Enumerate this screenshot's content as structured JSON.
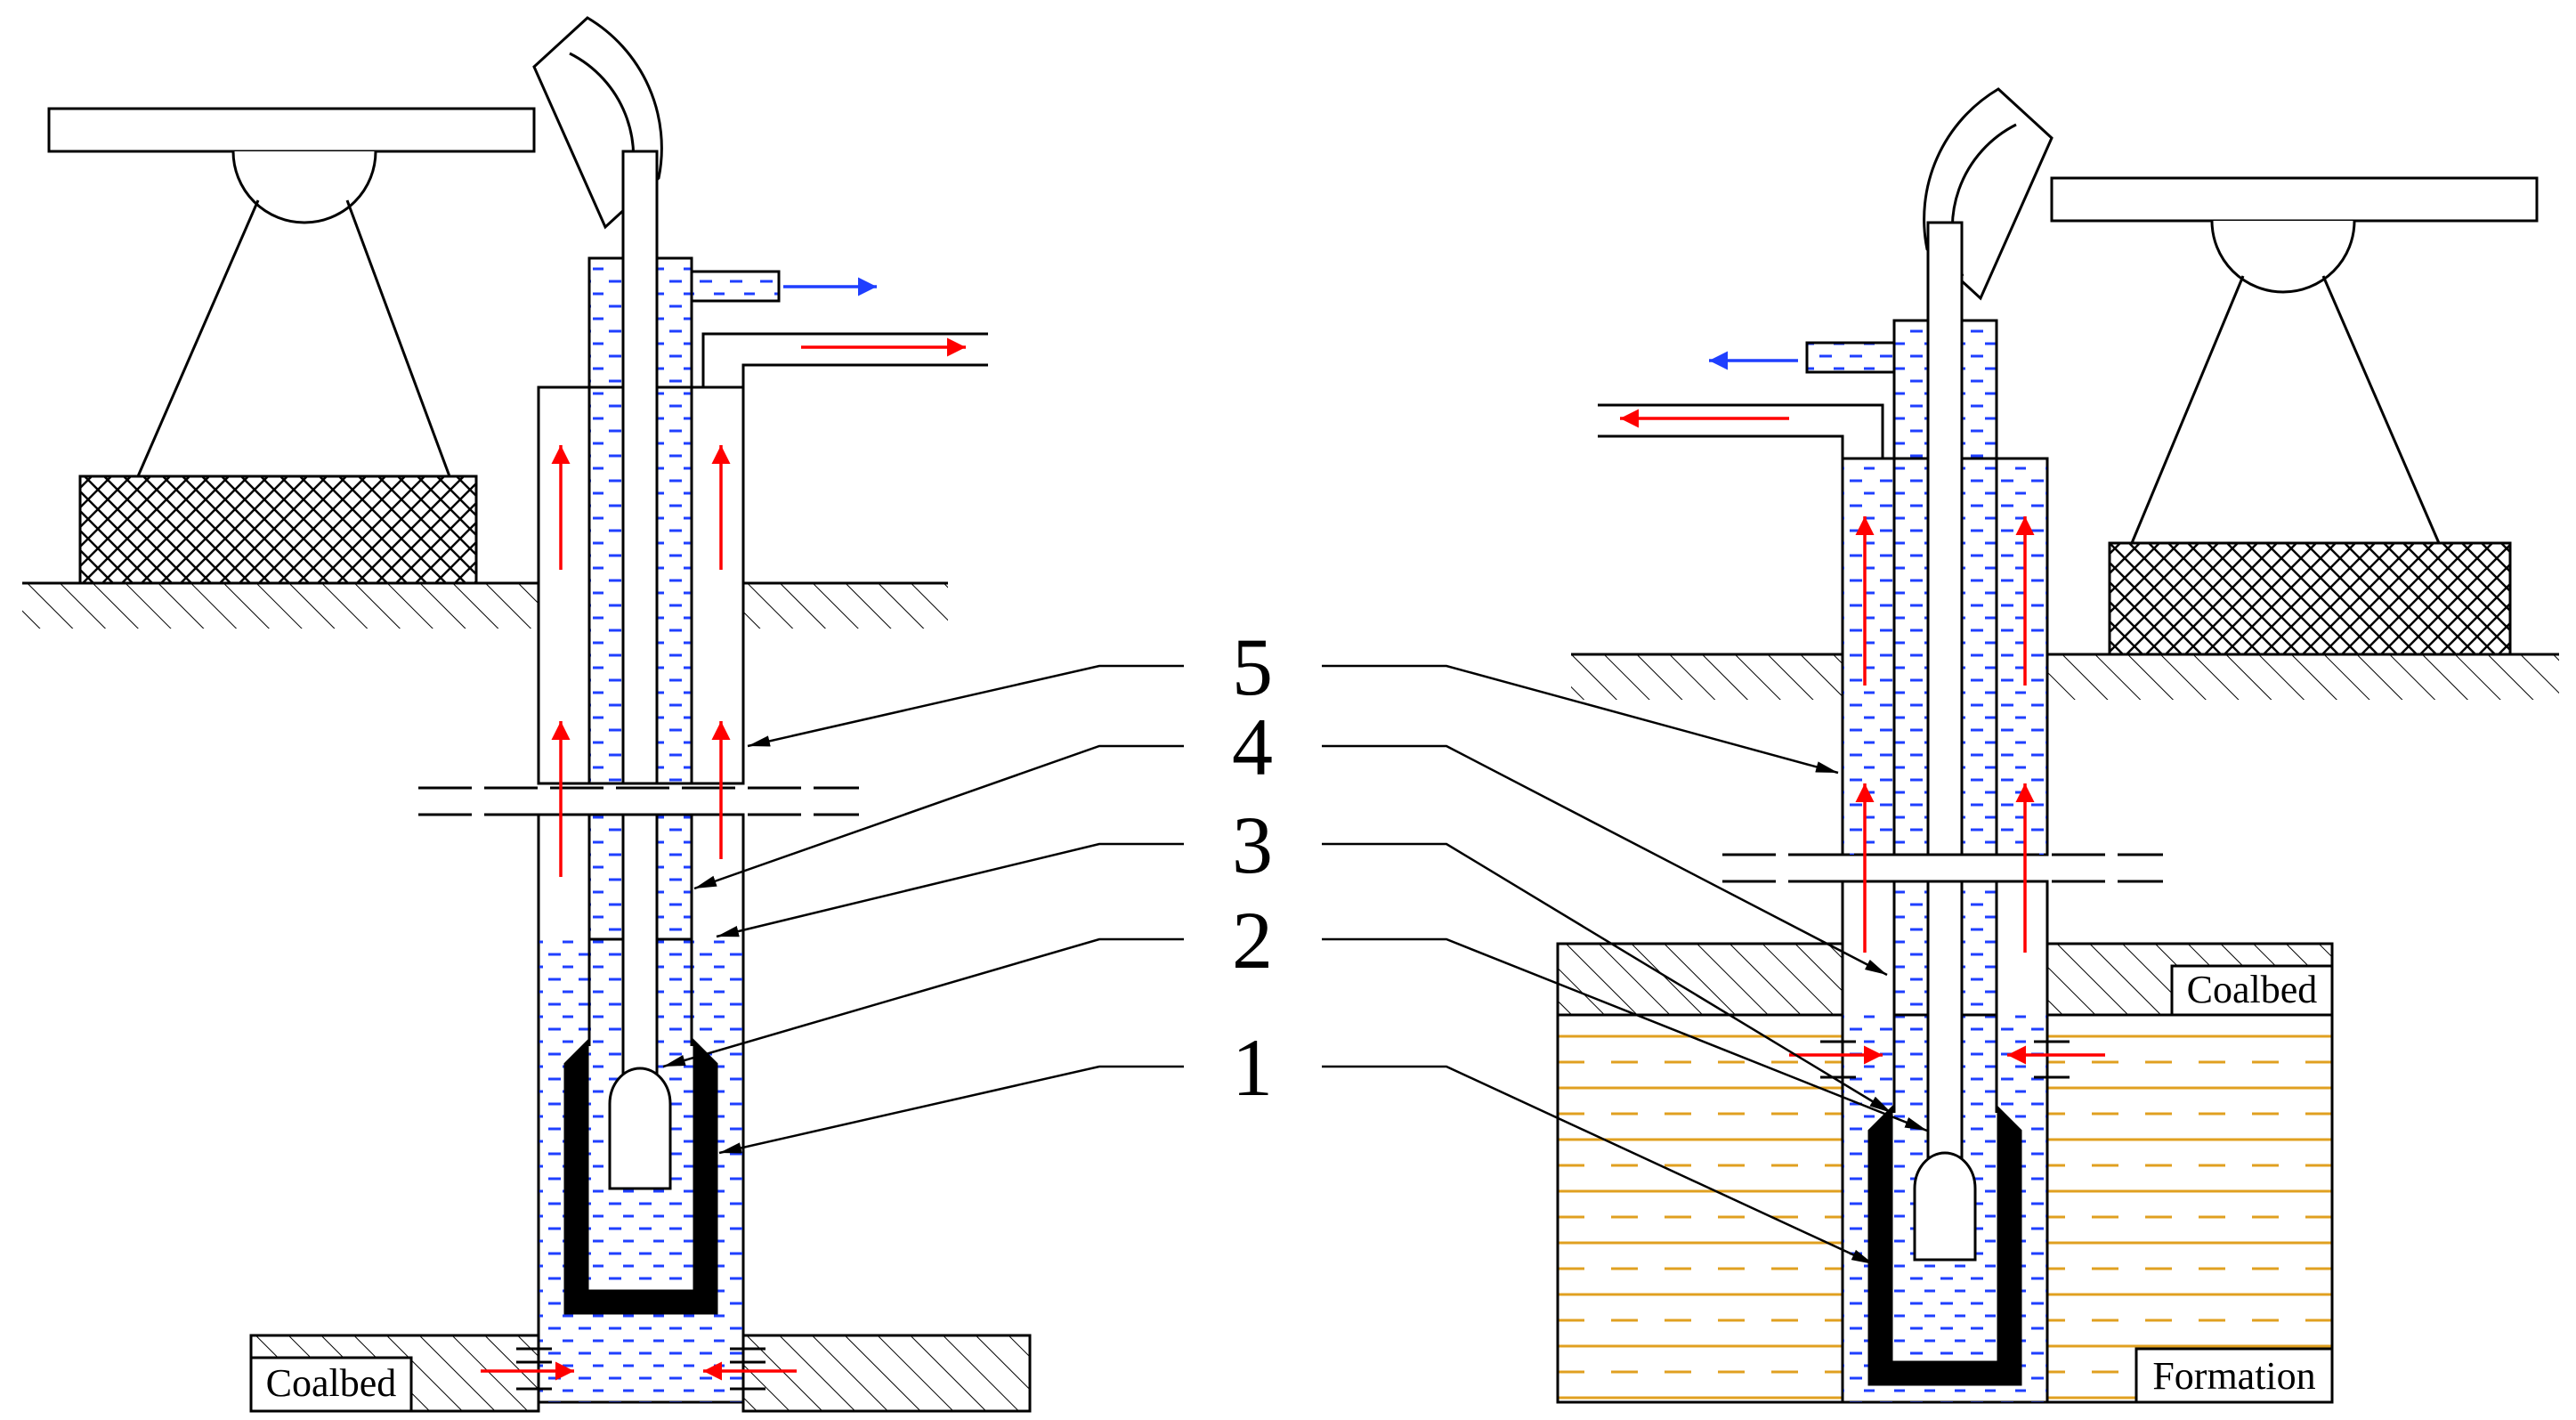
{
  "callouts": [
    "5",
    "4",
    "3",
    "2",
    "1"
  ],
  "left_label": "Coalbed",
  "right_labels": {
    "coalbed": "Coalbed",
    "formation": "Formation"
  },
  "colors": {
    "line": "#000000",
    "water": "#1f3fff",
    "gas_flow": "#ff0000",
    "water_flow": "#1f3fff",
    "formation_stripe": "#e0a020",
    "hatch": "#000000"
  }
}
